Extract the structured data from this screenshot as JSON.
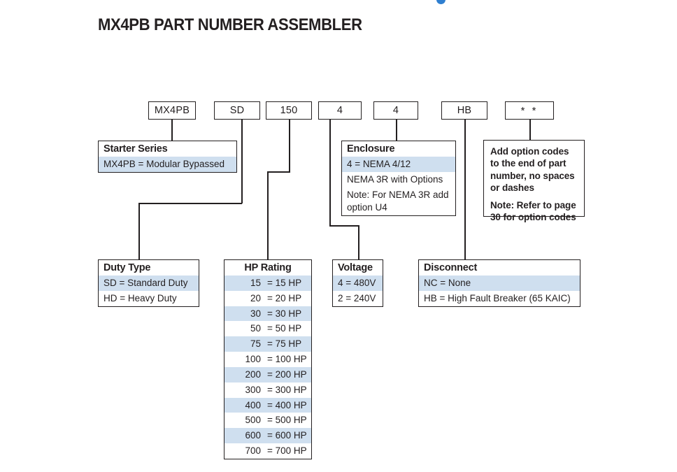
{
  "page": {
    "title": "MX4PB PART NUMBER ASSEMBLER",
    "accent_color": "#cfdfef",
    "line_color": "#231f20",
    "glyph_color": "#2f7fd0"
  },
  "part_number_boxes": [
    {
      "name": "series",
      "value": "MX4PB"
    },
    {
      "name": "duty",
      "value": "SD"
    },
    {
      "name": "hp",
      "value": "150"
    },
    {
      "name": "voltage",
      "value": "4"
    },
    {
      "name": "enclosure",
      "value": "4"
    },
    {
      "name": "disconnect",
      "value": "HB"
    },
    {
      "name": "options",
      "value": "* *"
    }
  ],
  "starter_series": {
    "header": "Starter Series",
    "rows": [
      {
        "text": "MX4PB = Modular Bypassed",
        "shaded": true
      }
    ]
  },
  "enclosure": {
    "header": "Enclosure",
    "rows": [
      {
        "text": "4 = NEMA 4/12",
        "shaded": true
      },
      {
        "text": "NEMA 3R with Options",
        "shaded": false
      },
      {
        "text": "Note: For NEMA 3R add option U4",
        "shaded": false
      }
    ]
  },
  "option_note": {
    "lines": [
      "Add option codes",
      "to the end of part",
      "number, no spaces",
      "or dashes"
    ],
    "note_lines": [
      "Note: Refer to page",
      "30 for option codes"
    ]
  },
  "duty_type": {
    "header": "Duty Type",
    "rows": [
      {
        "text": "SD = Standard Duty",
        "shaded": true
      },
      {
        "text": "HD = Heavy Duty",
        "shaded": false
      }
    ]
  },
  "hp_rating": {
    "header": "HP Rating",
    "rows": [
      {
        "code": "15",
        "desc": "= 15 HP",
        "shaded": true
      },
      {
        "code": "20",
        "desc": "= 20 HP",
        "shaded": false
      },
      {
        "code": "30",
        "desc": "= 30 HP",
        "shaded": true
      },
      {
        "code": "50",
        "desc": "= 50 HP",
        "shaded": false
      },
      {
        "code": "75",
        "desc": "= 75 HP",
        "shaded": true
      },
      {
        "code": "100",
        "desc": "= 100 HP",
        "shaded": false
      },
      {
        "code": "200",
        "desc": "= 200 HP",
        "shaded": true
      },
      {
        "code": "300",
        "desc": "= 300 HP",
        "shaded": false
      },
      {
        "code": "400",
        "desc": "= 400 HP",
        "shaded": true
      },
      {
        "code": "500",
        "desc": "= 500 HP",
        "shaded": false
      },
      {
        "code": "600",
        "desc": "= 600 HP",
        "shaded": true
      },
      {
        "code": "700",
        "desc": "= 700 HP",
        "shaded": false
      }
    ]
  },
  "voltage": {
    "header": "Voltage",
    "rows": [
      {
        "text": "4 = 480V",
        "shaded": true
      },
      {
        "text": "2 = 240V",
        "shaded": false
      }
    ]
  },
  "disconnect": {
    "header": "Disconnect",
    "rows": [
      {
        "text": "NC = None",
        "shaded": true
      },
      {
        "text": "HB = High Fault Breaker (65 KAIC)",
        "shaded": false
      }
    ]
  }
}
